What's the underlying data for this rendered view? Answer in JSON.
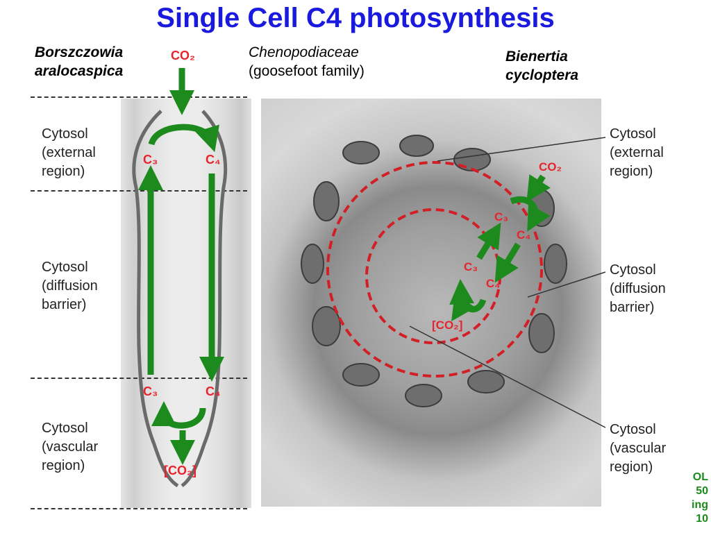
{
  "title": "Single Cell C4 photosynthesis",
  "species_left": [
    "Borszczowia",
    "aralocaspica"
  ],
  "family": {
    "name": "Chenopodiaceae",
    "common": "(goosefoot family)"
  },
  "species_right": [
    "Bienertia",
    "cycloptera"
  ],
  "left_regions": [
    [
      "Cytosol",
      "(external",
      "region)"
    ],
    [
      "Cytosol",
      "(diffusion",
      "barrier)"
    ],
    [
      "Cytosol",
      "(vascular",
      "region)"
    ]
  ],
  "right_regions": [
    [
      "Cytosol",
      "(external",
      "region)"
    ],
    [
      "Cytosol",
      "(diffusion",
      "barrier)"
    ],
    [
      "Cytosol",
      "(vascular",
      "region)"
    ]
  ],
  "labels": {
    "co2": "CO₂",
    "c3": "C₃",
    "c4": "C₄",
    "co2_bracket": "[CO₂]"
  },
  "corner_note": [
    "OL",
    "50",
    "ing",
    "10"
  ],
  "colors": {
    "title": "#1a1adf",
    "arrow_green": "#1c8a1c",
    "label_red": "#e8232d",
    "dash_red": "#d21f26"
  }
}
